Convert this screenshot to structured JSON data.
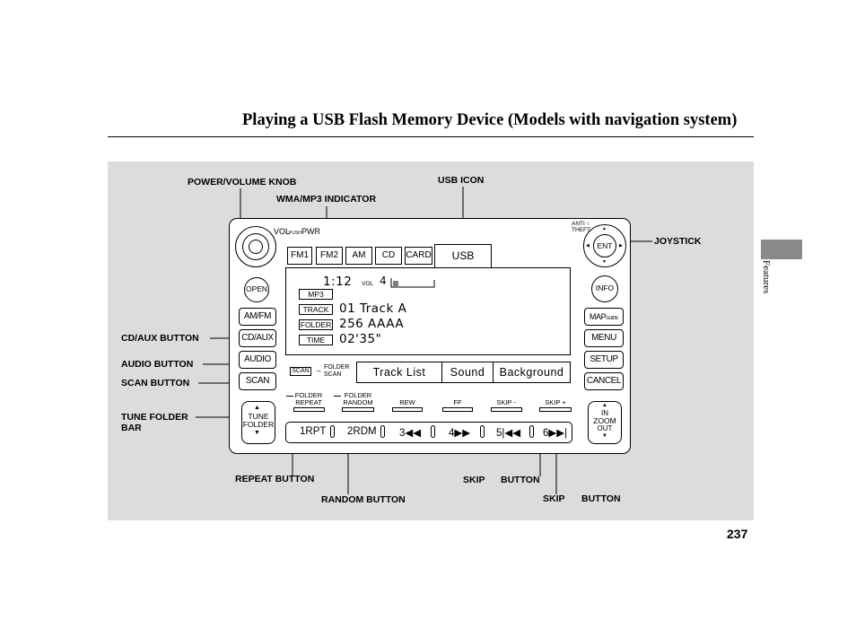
{
  "title": "Playing a USB Flash Memory Device (Models with navigation system)",
  "side_label": "Features",
  "page_number": "237",
  "callouts": {
    "power_volume_knob": "POWER/VOLUME KNOB",
    "wma_mp3_indicator": "WMA/MP3 INDICATOR",
    "usb_icon": "USB ICON",
    "joystick": "JOYSTICK",
    "cd_aux_button": "CD/AUX BUTTON",
    "audio_button": "AUDIO BUTTON",
    "scan_button": "SCAN BUTTON",
    "tune_folder_bar": "TUNE FOLDER",
    "tune_folder_bar_2": "BAR",
    "repeat_button": "REPEAT BUTTON",
    "random_button": "RANDOM BUTTON",
    "skip_1": "SKIP",
    "skip_1_button": "BUTTON",
    "skip_2": "SKIP",
    "skip_2_button": "BUTTON"
  },
  "unit": {
    "vol_label": "VOL",
    "push_label": "PUSH",
    "pwr_label": "PWR",
    "anti_theft": "ANTI",
    "anti_theft_2": "THEFT",
    "left_buttons": [
      "OPEN",
      "AM/FM",
      "CD/AUX",
      "AUDIO",
      "SCAN"
    ],
    "tune_top": "TUNE",
    "tune_bottom": "FOLDER",
    "ent": "ENT",
    "info": "INFO",
    "map_guide": "MAP",
    "map_guide_small": "GUIDE",
    "right_buttons": [
      "MENU",
      "SETUP",
      "CANCEL"
    ],
    "zoom_in": "IN",
    "zoom": "ZOOM",
    "zoom_out": "OUT",
    "source_tabs": [
      "FM1",
      "FM2",
      "AM",
      "CD",
      "CARD",
      "USB"
    ],
    "display": {
      "time": "1:12",
      "vol_small": "VOL",
      "vol_value": "4",
      "format": "MP3",
      "track_label": "TRACK",
      "track_value": "01  Track A",
      "folder_label": "FOLDER",
      "folder_value": "256 AAAA",
      "time_label": "TIME",
      "time_value": "02'35\""
    },
    "scan_small": "SCAN",
    "folder_scan_1": "FOLDER",
    "folder_scan_2": "SCAN",
    "menu_items": [
      "Track  List",
      "Sound",
      "Background"
    ],
    "soft_labels": [
      {
        "top": "FOLDER",
        "bottom": "REPEAT"
      },
      {
        "top": "FOLDER",
        "bottom": "RANDOM"
      },
      {
        "top": "",
        "bottom": "REW"
      },
      {
        "top": "",
        "bottom": "FF"
      },
      {
        "top": "",
        "bottom": "SKIP -"
      },
      {
        "top": "",
        "bottom": "SKIP +"
      }
    ],
    "presets": [
      "1RPT",
      "2RDM",
      "3◀◀",
      "4▶▶",
      "5|◀◀",
      "6▶▶|"
    ]
  }
}
